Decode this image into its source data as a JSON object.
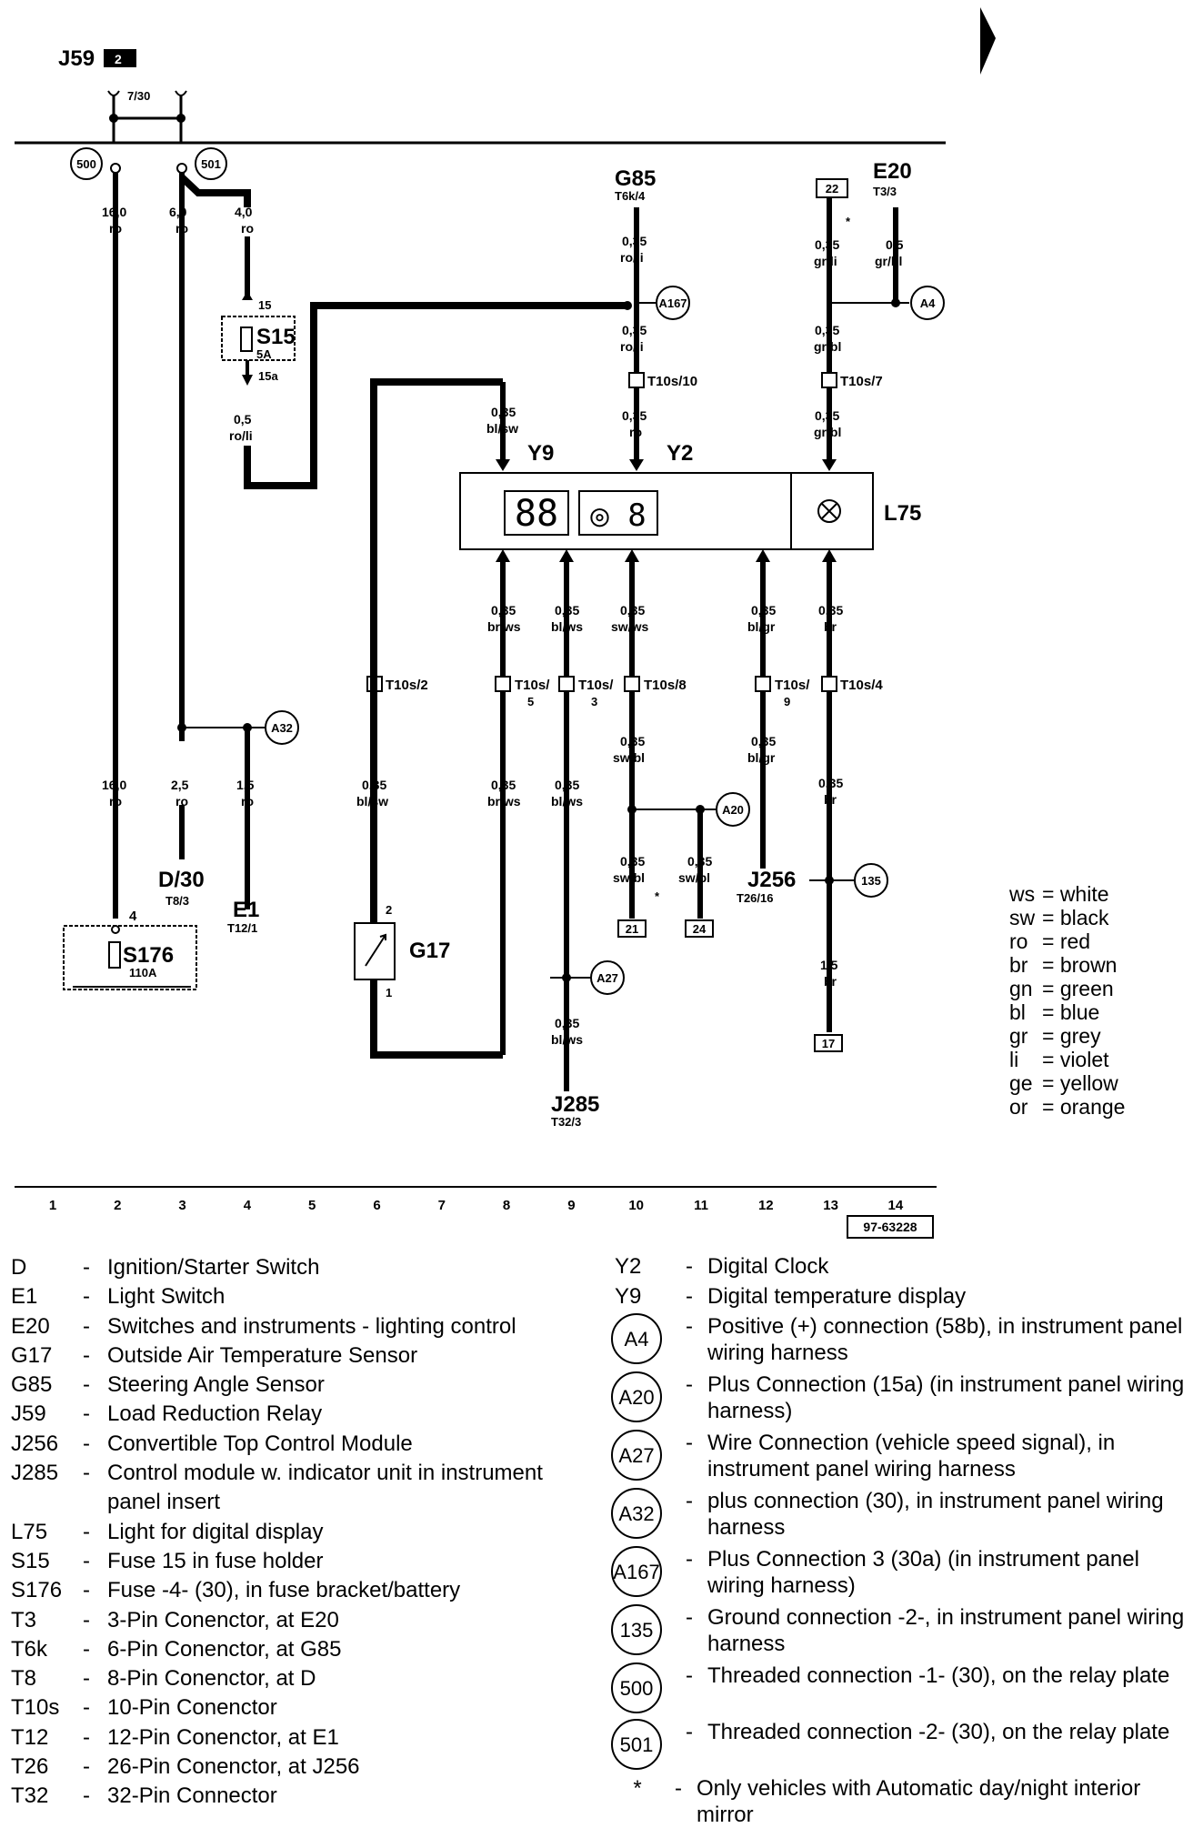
{
  "header": {
    "relay": "J59",
    "relay_sub": "2",
    "terminal": "7/30"
  },
  "connections": {
    "c500": "500",
    "c501": "501",
    "a167": "A167",
    "a4": "A4",
    "a32": "A32",
    "a20": "A20",
    "a27": "A27",
    "c135": "135"
  },
  "wires": {
    "w1": [
      "16,0",
      "ro"
    ],
    "w2": [
      "6,0",
      "ro"
    ],
    "w3": [
      "4,0",
      "ro"
    ],
    "w4": [
      "0,5",
      "ro/li"
    ],
    "w5": [
      "0,35",
      "ro/li"
    ],
    "w6": [
      "0,35",
      "ro/li"
    ],
    "w7": [
      "0,35",
      "ro"
    ],
    "w8": [
      "0,35",
      "gr/li"
    ],
    "w9": [
      "0,5",
      "gr/bl"
    ],
    "w10": [
      "0,35",
      "gr/bl"
    ],
    "w11": [
      "0,35",
      "gr/bl"
    ],
    "w12": [
      "0,35",
      "bl/sw"
    ],
    "w13": [
      "0,35",
      "br/ws"
    ],
    "w14": [
      "0,35",
      "bl/ws"
    ],
    "w15": [
      "0,35",
      "sw/ws"
    ],
    "w16": [
      "0,35",
      "bl/gr"
    ],
    "w17": [
      "0,35",
      "br"
    ],
    "w18": [
      "16,0",
      "ro"
    ],
    "w19": [
      "2,5",
      "ro"
    ],
    "w20": [
      "1,5",
      "ro"
    ],
    "w21": [
      "0,35",
      "bl/sw"
    ],
    "w22": [
      "0,35",
      "br/ws"
    ],
    "w23": [
      "0,35",
      "bl/ws"
    ],
    "w24": [
      "0,35",
      "sw/bl"
    ],
    "w25": [
      "0,35",
      "bl/gr"
    ],
    "w26": [
      "0,35",
      "br"
    ],
    "w27": [
      "0,35",
      "sw/bl"
    ],
    "w28": [
      "0,35",
      "sw/bl"
    ],
    "w29": [
      "1,5",
      "br"
    ],
    "w30": [
      "0,35",
      "bl/ws"
    ]
  },
  "components": {
    "g85": "G85",
    "g85_pin": "T6k/4",
    "e20": "E20",
    "e20_pin": "T3/3",
    "box22": "22",
    "s15": "S15",
    "s15_amp": "5A",
    "pin15": "15",
    "pin15a": "15a",
    "t10s10": "T10s/10",
    "t10s7": "T10s/7",
    "y9": "Y9",
    "y2": "Y2",
    "l75": "L75",
    "t10s2": "T10s/2",
    "t10s5a": "T10s/",
    "t10s5b": "5",
    "t10s3a": "T10s/",
    "t10s3b": "3",
    "t10s8": "T10s/8",
    "t10s9a": "T10s/",
    "t10s9b": "9",
    "t10s4": "T10s/4",
    "d30": "D/30",
    "d30_pin": "T8/3",
    "e1": "E1",
    "e1_pin": "T12/1",
    "s176": "S176",
    "s176_amp": "110A",
    "s176_pin": "4",
    "g17": "G17",
    "g17_p2": "2",
    "g17_p1": "1",
    "j256": "J256",
    "j256_pin": "T26/16",
    "box21": "21",
    "box24": "24",
    "j285": "J285",
    "j285_pin": "T32/3",
    "box17": "17",
    "display1": "88",
    "display2": "◎ 8"
  },
  "color_key": [
    [
      "ws",
      "white"
    ],
    [
      "sw",
      "black"
    ],
    [
      "ro",
      "red"
    ],
    [
      "br",
      "brown"
    ],
    [
      "gn",
      "green"
    ],
    [
      "bl",
      "blue"
    ],
    [
      "gr",
      "grey"
    ],
    [
      "li",
      "violet"
    ],
    [
      "ge",
      "yellow"
    ],
    [
      "or",
      "orange"
    ]
  ],
  "columns": [
    "1",
    "2",
    "3",
    "4",
    "5",
    "6",
    "7",
    "8",
    "9",
    "10",
    "11",
    "12",
    "13",
    "14"
  ],
  "doc_number": "97-63228",
  "legend_left": [
    [
      "D",
      "Ignition/Starter Switch"
    ],
    [
      "E1",
      "Light Switch"
    ],
    [
      "E20",
      "Switches and instruments - lighting control"
    ],
    [
      "G17",
      "Outside Air Temperature Sensor"
    ],
    [
      "G85",
      "Steering Angle Sensor"
    ],
    [
      "J59",
      "Load Reduction Relay"
    ],
    [
      "J256",
      "Convertible Top Control Module"
    ],
    [
      "J285",
      "Control module w. indicator unit in instrument panel insert"
    ],
    [
      "L75",
      "Light for digital display"
    ],
    [
      "S15",
      "Fuse 15 in fuse holder"
    ],
    [
      "S176",
      "Fuse -4- (30), in fuse bracket/battery"
    ],
    [
      "T3",
      "3-Pin Conenctor, at E20"
    ],
    [
      "T6k",
      "6-Pin Conenctor, at G85"
    ],
    [
      "T8",
      "8-Pin Conenctor, at D"
    ],
    [
      "T10s",
      "10-Pin Conenctor"
    ],
    [
      "T12",
      "12-Pin Conenctor, at E1"
    ],
    [
      "T26",
      "26-Pin Conenctor, at J256"
    ],
    [
      "T32",
      "32-Pin Connector"
    ]
  ],
  "legend_right_plain": [
    [
      "Y2",
      "Digital Clock"
    ],
    [
      "Y9",
      "Digital temperature display"
    ]
  ],
  "legend_right_circ": [
    [
      "A4",
      "Positive (+) connection (58b), in instrument panel wiring harness"
    ],
    [
      "A20",
      "Plus Connection (15a) (in instrument panel wiring harness)"
    ],
    [
      "A27",
      "Wire Connection (vehicle speed signal), in instrument panel wiring harness"
    ],
    [
      "A32",
      "plus connection (30), in instrument panel wiring harness"
    ],
    [
      "A167",
      "Plus Connection 3 (30a) (in instrument panel wiring harness)"
    ],
    [
      "135",
      "Ground connection -2-, in instrument panel wiring harness"
    ],
    [
      "500",
      "Threaded connection -1- (30), on the relay plate"
    ],
    [
      "501",
      "Threaded connection -2- (30), on the relay plate"
    ]
  ],
  "legend_note": [
    "*",
    "Only vehicles with Automatic day/night interior mirror"
  ]
}
